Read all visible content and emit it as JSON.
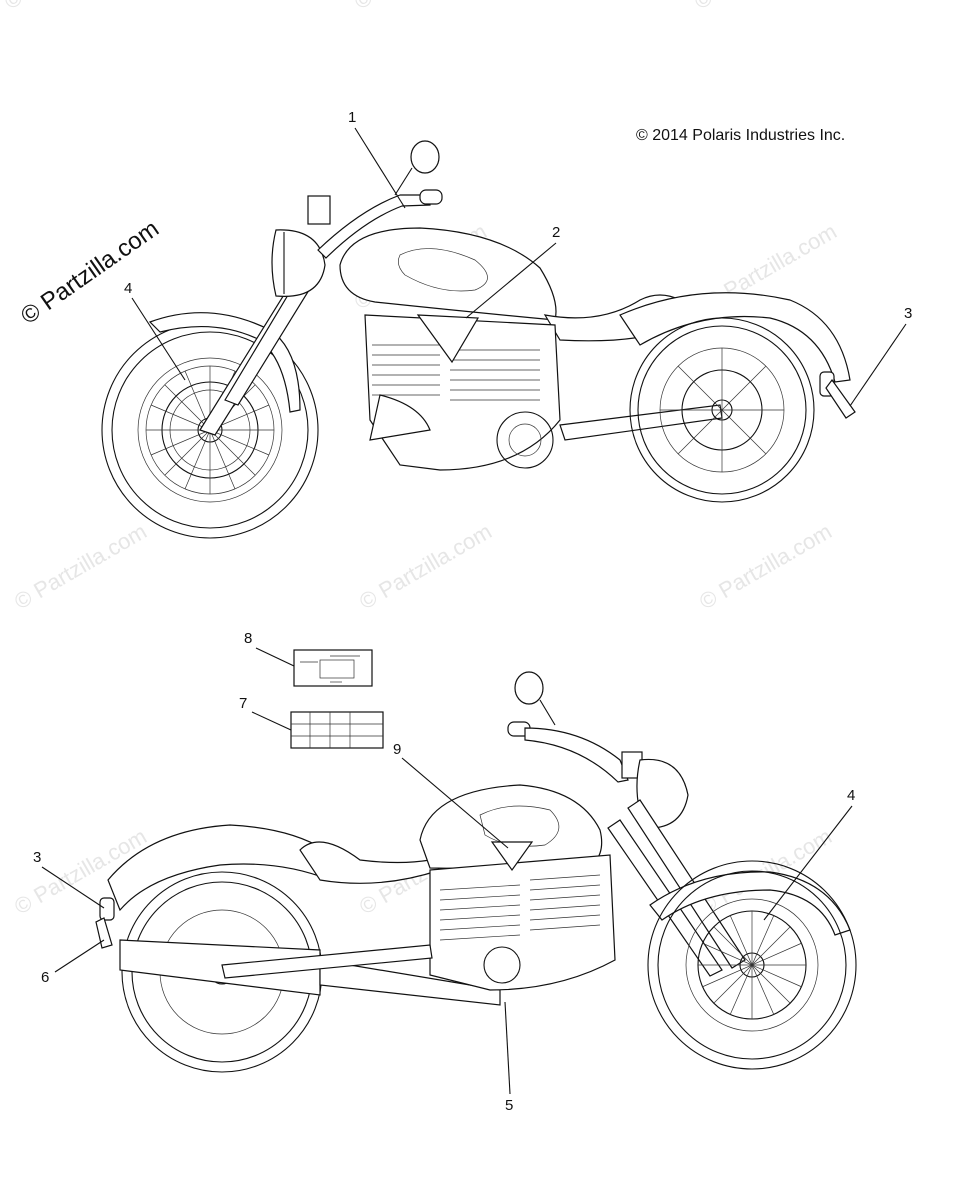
{
  "copyright": "© 2014 Polaris Industries Inc.",
  "brand_watermark": "© Partzilla.com",
  "repeat_watermark": "© Partzilla.com",
  "callouts": [
    {
      "id": "top-1",
      "label": "1"
    },
    {
      "id": "top-2",
      "label": "2"
    },
    {
      "id": "top-3",
      "label": "3"
    },
    {
      "id": "top-4",
      "label": "4"
    },
    {
      "id": "bot-8",
      "label": "8"
    },
    {
      "id": "bot-7",
      "label": "7"
    },
    {
      "id": "bot-9",
      "label": "9"
    },
    {
      "id": "bot-4",
      "label": "4"
    },
    {
      "id": "bot-3",
      "label": "3"
    },
    {
      "id": "bot-6",
      "label": "6"
    },
    {
      "id": "bot-5",
      "label": "5"
    }
  ],
  "colors": {
    "line": "#111111",
    "watermark": "#e6e6e6",
    "background": "#ffffff"
  }
}
